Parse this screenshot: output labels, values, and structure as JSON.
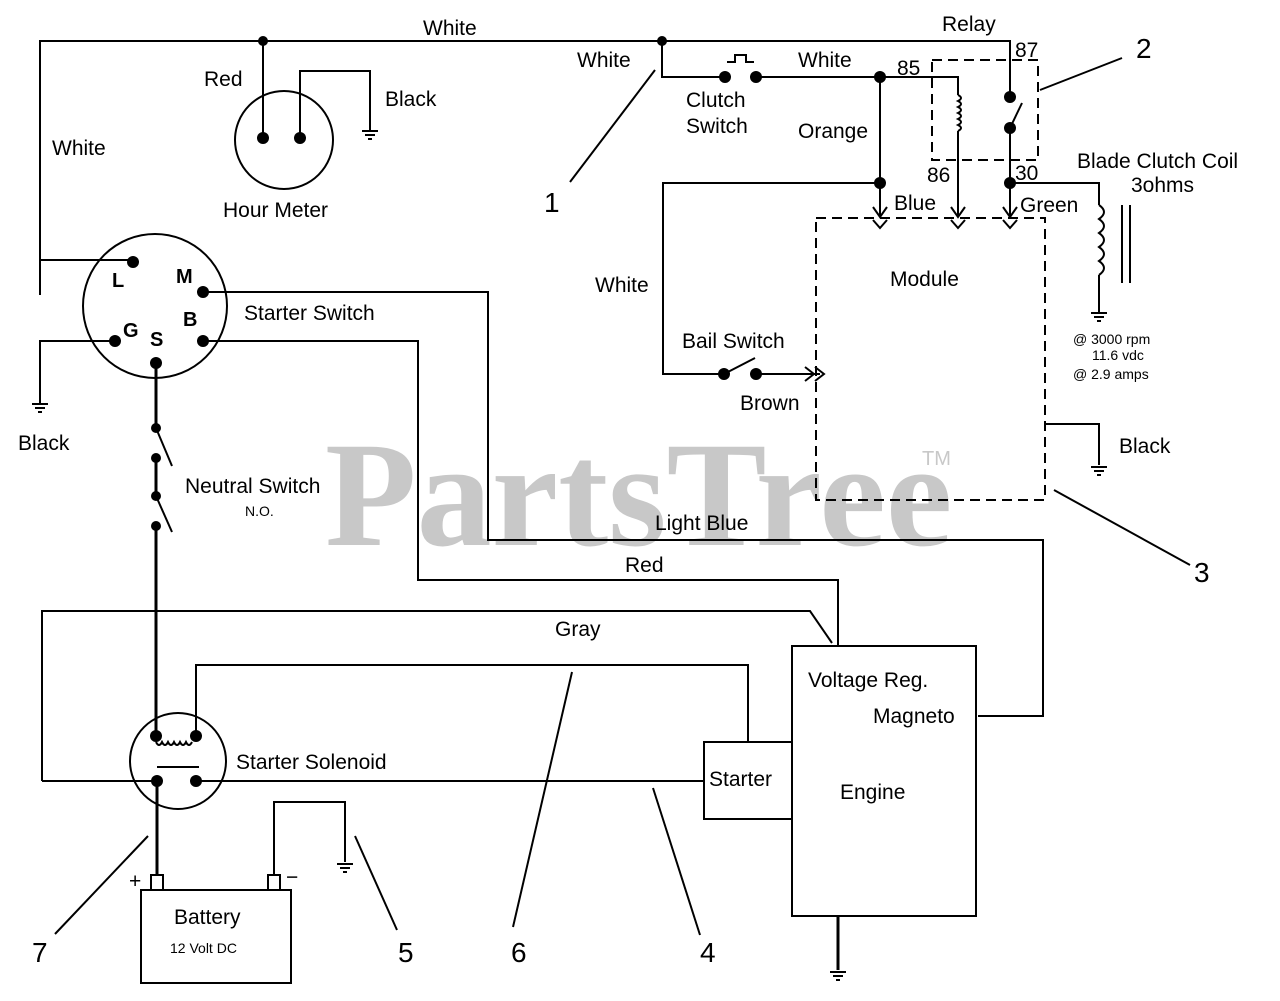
{
  "watermark": {
    "text": "PartsTree",
    "tm": "TM"
  },
  "components": {
    "hour_meter": "Hour Meter",
    "starter_switch": "Starter Switch",
    "starter_switch_pins": {
      "L": "L",
      "M": "M",
      "G": "G",
      "S": "S",
      "B": "B"
    },
    "neutral_switch": "Neutral Switch",
    "neutral_switch_type": "N.O.",
    "clutch_switch_line1": "Clutch",
    "clutch_switch_line2": "Switch",
    "relay": "Relay",
    "relay_pins": {
      "p85": "85",
      "p86": "86",
      "p87": "87",
      "p30": "30"
    },
    "blade_clutch_coil": "Blade Clutch Coil",
    "blade_clutch_coil_resistance": "3ohms",
    "coil_spec_rpm": "@ 3000 rpm",
    "coil_spec_vdc": "11.6 vdc",
    "coil_spec_amps": "@ 2.9 amps",
    "module": "Module",
    "bail_switch": "Bail Switch",
    "starter_solenoid": "Starter Solenoid",
    "battery": "Battery",
    "battery_spec": "12 Volt DC",
    "battery_plus": "+",
    "battery_minus": "−",
    "voltage_reg": "Voltage Reg.",
    "magneto": "Magneto",
    "engine": "Engine",
    "starter": "Starter"
  },
  "wires": {
    "top_white": "White",
    "left_white": "White",
    "hour_red": "Red",
    "hour_black": "Black",
    "switch_ground_black": "Black",
    "clutch_white_left": "White",
    "clutch_white_right": "White",
    "orange": "Orange",
    "blue": "Blue",
    "green": "Green",
    "bail_white": "White",
    "brown": "Brown",
    "module_black": "Black",
    "light_blue": "Light Blue",
    "red": "Red",
    "gray": "Gray"
  },
  "callouts": [
    "1",
    "2",
    "3",
    "4",
    "5",
    "6",
    "7"
  ]
}
